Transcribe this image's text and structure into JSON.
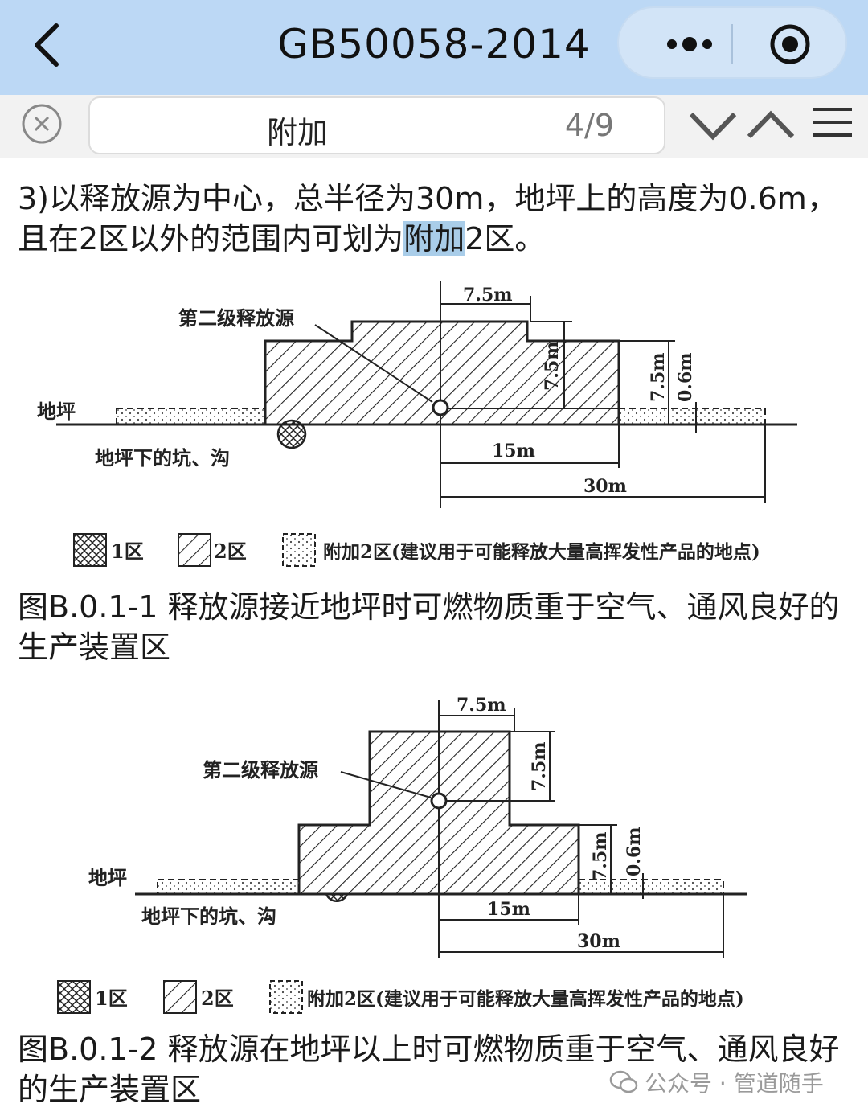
{
  "topbar": {
    "title": "GB50058-2014"
  },
  "findbar": {
    "query": "附加",
    "count": "4/9"
  },
  "paragraph": {
    "before": "3)以释放源为中心，总半径为30m，地坪上的高度为0.6m，且在2区以外的范围内可划为",
    "highlight": "附加",
    "after": "2区。"
  },
  "figure1": {
    "labels": {
      "source": "第二级释放源",
      "ground": "地坪",
      "pit": "地坪下的坑、沟",
      "d_top": "7.5m",
      "d_h1": "7.5m",
      "d_h2": "7.5m",
      "d_06": "0.6m",
      "d_15": "15m",
      "d_30": "30m"
    },
    "caption": "图B.0.1-1 释放源接近地坪时可燃物质重于空气、通风良好的生产装置区"
  },
  "figure2": {
    "labels": {
      "source": "第二级释放源",
      "ground": "地坪",
      "pit": "地坪下的坑、沟",
      "d_top": "7.5m",
      "d_h1": "7.5m",
      "d_h2": "7.5m",
      "d_06": "0.6m",
      "d_15": "15m",
      "d_30": "30m"
    },
    "caption": "图B.0.1-2 释放源在地坪以上时可燃物质重于空气、通风良好的生产装置区"
  },
  "legend": {
    "zone1": "1区",
    "zone2": "2区",
    "zone_add": "附加2区(建议用于可能释放大量高挥发性产品的地点)"
  },
  "watermark": {
    "text": "公众号 · 管道随手"
  }
}
